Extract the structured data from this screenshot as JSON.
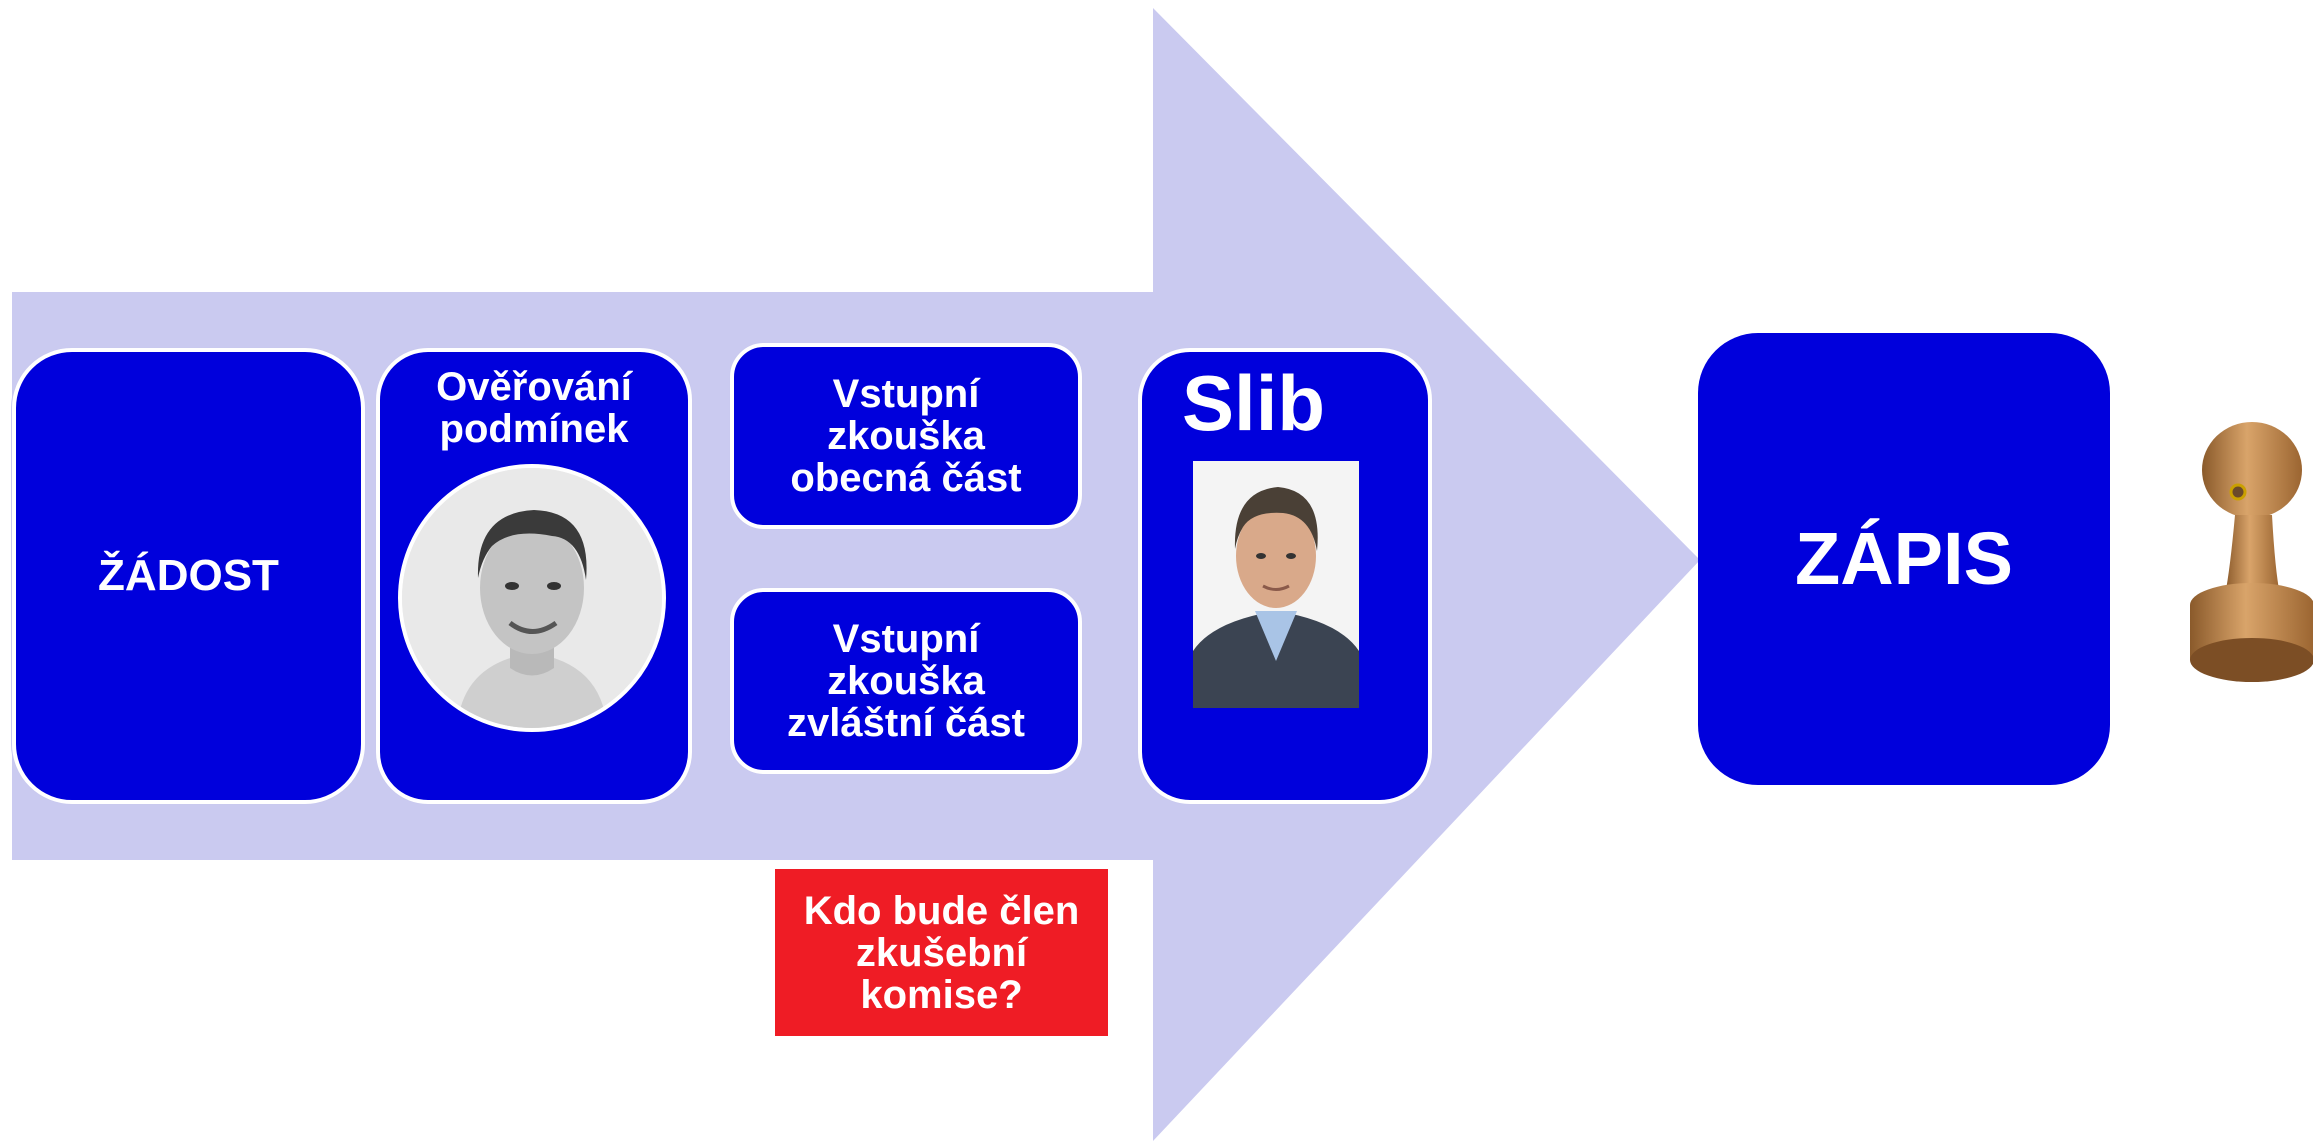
{
  "colors": {
    "arrow": "#cacaf0",
    "box": "#0000dc",
    "box_text": "#ffffff",
    "warning_box": "#ef1c25"
  },
  "steps": {
    "zadost": "ŽÁDOST",
    "overovani": "Ověřování\npodmínek",
    "zkouska_obecna": "Vstupní\nzkouška\nobecná část",
    "zkouska_zvlastni": "Vstupní\nzkouška\nzvláštní část",
    "slib": "Slib",
    "zapis": "ZÁPIS"
  },
  "question": "Kdo bude člen\nzkušební\nkomise?",
  "images": {
    "portrait_overovani": "portrait-photo",
    "portrait_slib": "portrait-photo",
    "stamp": "rubber-stamp-icon"
  }
}
